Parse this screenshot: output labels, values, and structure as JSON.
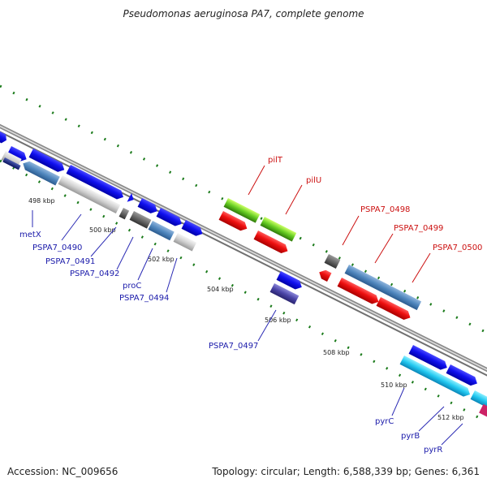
{
  "title": "Pseudomonas aeruginosa PA7, complete genome",
  "footer": {
    "accession": "Accession: NC_009656",
    "topology": "Topology: circular; Length: 6,588,339 bp; Genes: 6,361"
  },
  "colors": {
    "backbone": "#8a8a8a",
    "tick_dot": "#1a7a1a",
    "blue_label": "#1a1aaa",
    "red_label": "#cc1111"
  },
  "tick_labels": [
    "498 kbp",
    "500 kbp",
    "502 kbp",
    "504 kbp",
    "506 kbp",
    "508 kbp",
    "510 kbp",
    "512 kbp"
  ],
  "gene_labels": {
    "metX": "metX",
    "PSPA7_0490": "PSPA7_0490",
    "PSPA7_0491": "PSPA7_0491",
    "PSPA7_0492": "PSPA7_0492",
    "proC": "proC",
    "PSPA7_0494": "PSPA7_0494",
    "PSPA7_0497": "PSPA7_0497",
    "pilT": "pilT",
    "pilU": "pilU",
    "PSPA7_0498": "PSPA7_0498",
    "PSPA7_0499": "PSPA7_0499",
    "PSPA7_0500": "PSPA7_0500",
    "pyrC": "pyrC",
    "pyrB": "pyrB",
    "pyrR": "pyrR"
  }
}
